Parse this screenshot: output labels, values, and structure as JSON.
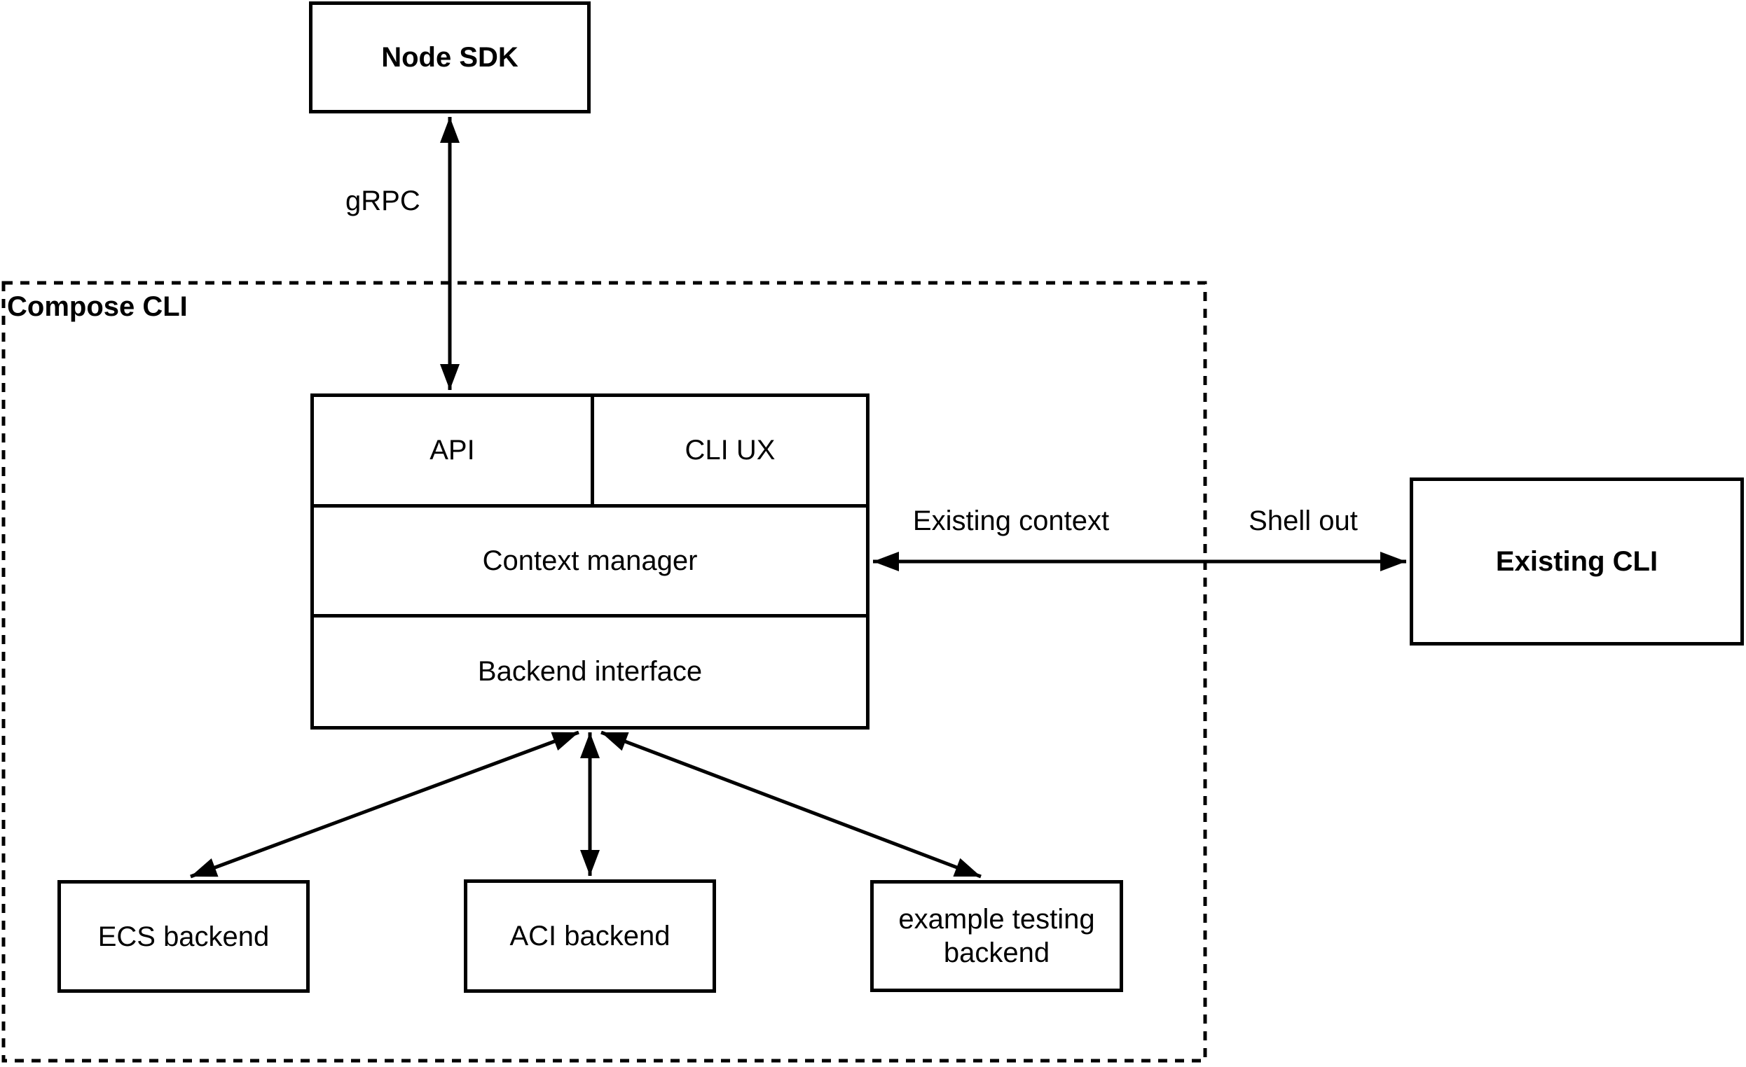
{
  "nodes": {
    "node_sdk": "Node SDK",
    "api": "API",
    "cli_ux": "CLI UX",
    "context_manager": "Context manager",
    "backend_interface": "Backend interface",
    "existing_cli": "Existing CLI",
    "ecs_backend": "ECS backend",
    "aci_backend": "ACI backend",
    "example_testing_backend": "example testing backend"
  },
  "containers": {
    "compose_cli": "Compose CLI"
  },
  "edges": {
    "grpc_label": "gRPC",
    "existing_context_label": "Existing context",
    "shell_out_label": "Shell out"
  },
  "colors": {
    "line": "#000000",
    "background": "#ffffff",
    "text": "#000000"
  }
}
